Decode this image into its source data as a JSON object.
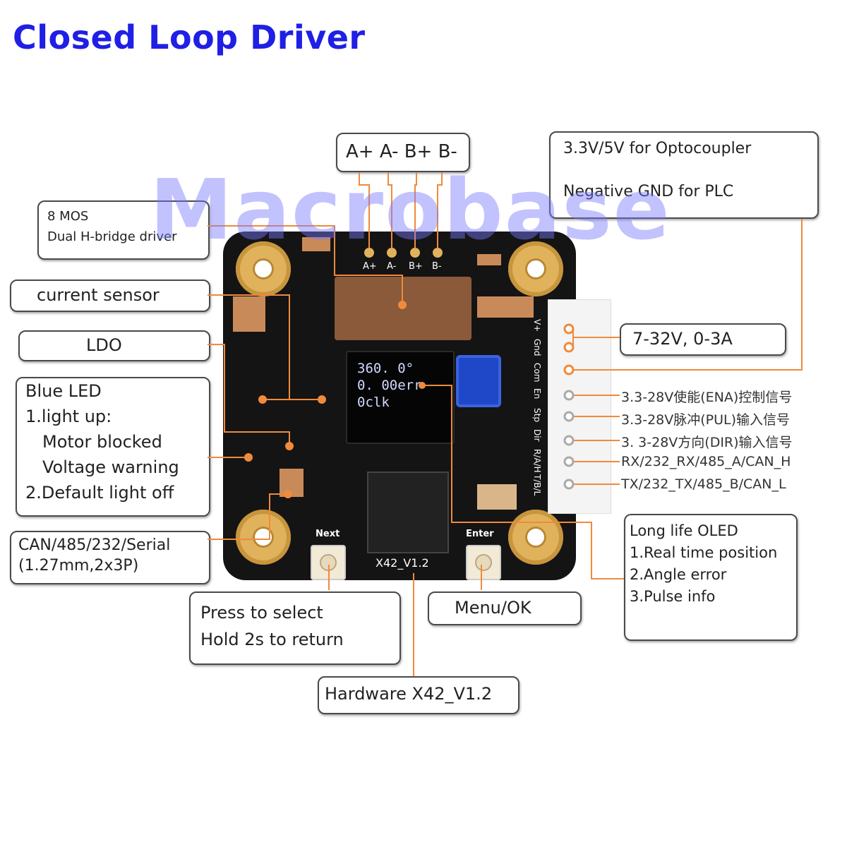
{
  "title": "Closed Loop Driver",
  "watermark": "Macrobase",
  "callouts": {
    "motor_pins": "A+ A- B+ B-",
    "optocoupler_line1": "3.3V/5V for Optocoupler",
    "optocoupler_line2": "Negative GND for PLC",
    "mos_line1": "8 MOS",
    "mos_line2": "Dual H-bridge driver",
    "current_sensor": "current sensor",
    "ldo": "LDO",
    "blue_led_title": "Blue LED",
    "blue_led_item1": "1.light up:",
    "blue_led_item1a": "Motor blocked",
    "blue_led_item1b": "Voltage warning",
    "blue_led_item2": "2.Default light off",
    "can_line1": "CAN/485/232/Serial",
    "can_line2": "(1.27mm,2x3P)",
    "press_line1": "Press to select",
    "press_line2": "Hold 2s to return",
    "menu_ok": "Menu/OK",
    "hardware_prefix": "Hardware ",
    "hardware_version": "X42_V1.2",
    "power": "7-32V, 0-3A",
    "oled_title": "Long life OLED",
    "oled_item1": "1.Real time position",
    "oled_item2": "2.Angle error",
    "oled_item3": "3.Pulse info"
  },
  "signal_labels": {
    "ena": "3.3-28V使能(ENA)控制信号",
    "pul": "3.3-28V脉冲(PUL)输入信号",
    "dir": "3. 3-28V方向(DIR)输入信号",
    "rx": "RX/232_RX/485_A/CAN_H",
    "tx": "TX/232_TX/485_B/CAN_L"
  },
  "board": {
    "pin_labels": [
      "A+",
      "A-",
      "B+",
      "B-"
    ],
    "side_pins": [
      "V+",
      "Gnd",
      "Com",
      "En",
      "Stp",
      "Dir",
      "R/A/H",
      "T/B/L"
    ],
    "oled_lines": [
      "360. 0°",
      "0. 00err",
      "0clk"
    ],
    "button_next": "Next",
    "button_enter": "Enter",
    "silkscreen_version": "X42_V1.2"
  },
  "colors": {
    "title": "#1f1fe6",
    "leader_lines": "#f08a3c",
    "pcb": "#141414",
    "gold_pad": "#e0b25c",
    "potentiometer": "#1f48c8"
  }
}
